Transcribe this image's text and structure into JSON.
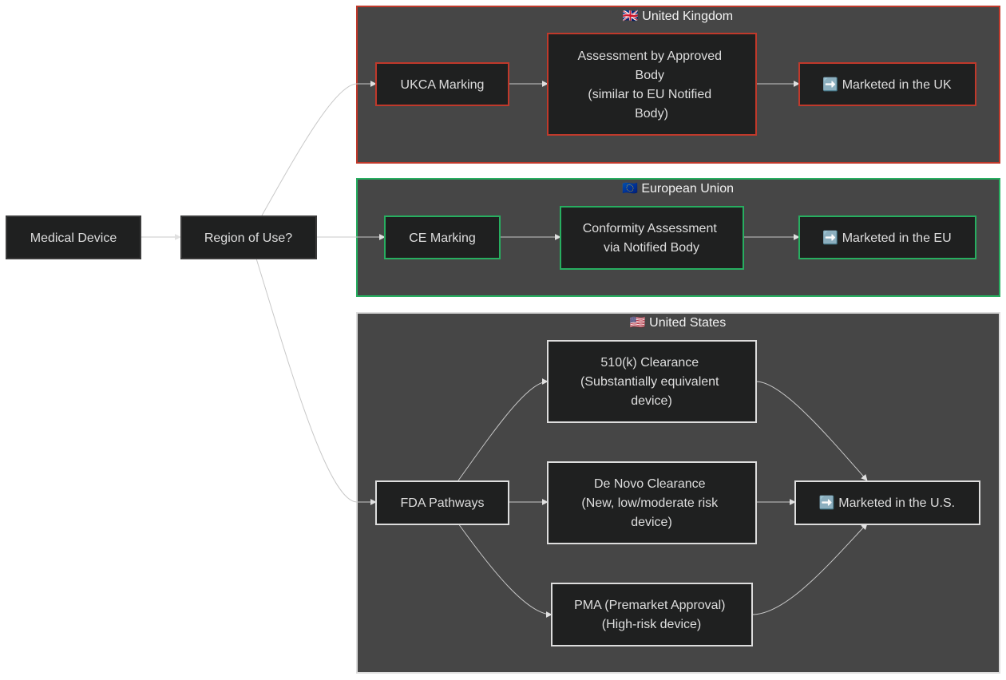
{
  "colors": {
    "uk": "#c0392b",
    "eu": "#27ae60",
    "us": "#dddddd",
    "neutral": "#3a3a3a",
    "cluster_fill": "#464646",
    "node_fill": "#1f2020",
    "text": "#dedede"
  },
  "clusters": {
    "uk": {
      "title": "🇬🇧 United Kingdom"
    },
    "eu": {
      "title": "🇪🇺 European Union"
    },
    "us": {
      "title": "🇺🇸 United States"
    }
  },
  "nodes": {
    "device": {
      "lines": [
        "Medical Device"
      ]
    },
    "region": {
      "lines": [
        "Region of Use?"
      ]
    },
    "ukca": {
      "lines": [
        "UKCA Marking"
      ]
    },
    "approved_body": {
      "lines": [
        "Assessment by Approved",
        "Body",
        "(similar to EU Notified",
        "Body)"
      ]
    },
    "uk_market": {
      "lines": [
        "➡️ Marketed in the UK"
      ]
    },
    "ce": {
      "lines": [
        "CE Marking"
      ]
    },
    "notified_body": {
      "lines": [
        "Conformity Assessment",
        "via Notified Body"
      ]
    },
    "eu_market": {
      "lines": [
        "➡️ Marketed in the EU"
      ]
    },
    "fda": {
      "lines": [
        "FDA Pathways"
      ]
    },
    "clearance_510k": {
      "lines": [
        "510(k) Clearance",
        "(Substantially equivalent",
        "device)"
      ]
    },
    "de_novo": {
      "lines": [
        "De Novo Clearance",
        "(New, low/moderate risk",
        "device)"
      ]
    },
    "pma": {
      "lines": [
        "PMA (Premarket Approval)",
        "(High-risk device)"
      ]
    },
    "us_market": {
      "lines": [
        "➡️ Marketed in the U.S."
      ]
    }
  }
}
